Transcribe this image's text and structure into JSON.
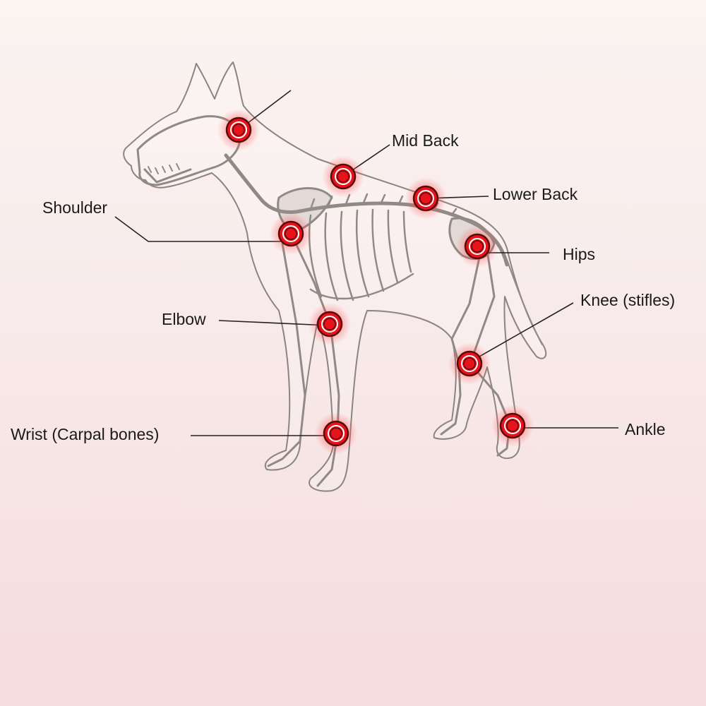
{
  "diagram": {
    "marker_color": "#e8121b",
    "labels": {
      "mid_back": "Mid Back",
      "lower_back": "Lower Back",
      "shoulder": "Shoulder",
      "hips": "Hips",
      "knee": "Knee (stifles)",
      "elbow": "Elbow",
      "wrist": "Wrist (Carpal bones)",
      "ankle": "Ankle"
    }
  }
}
